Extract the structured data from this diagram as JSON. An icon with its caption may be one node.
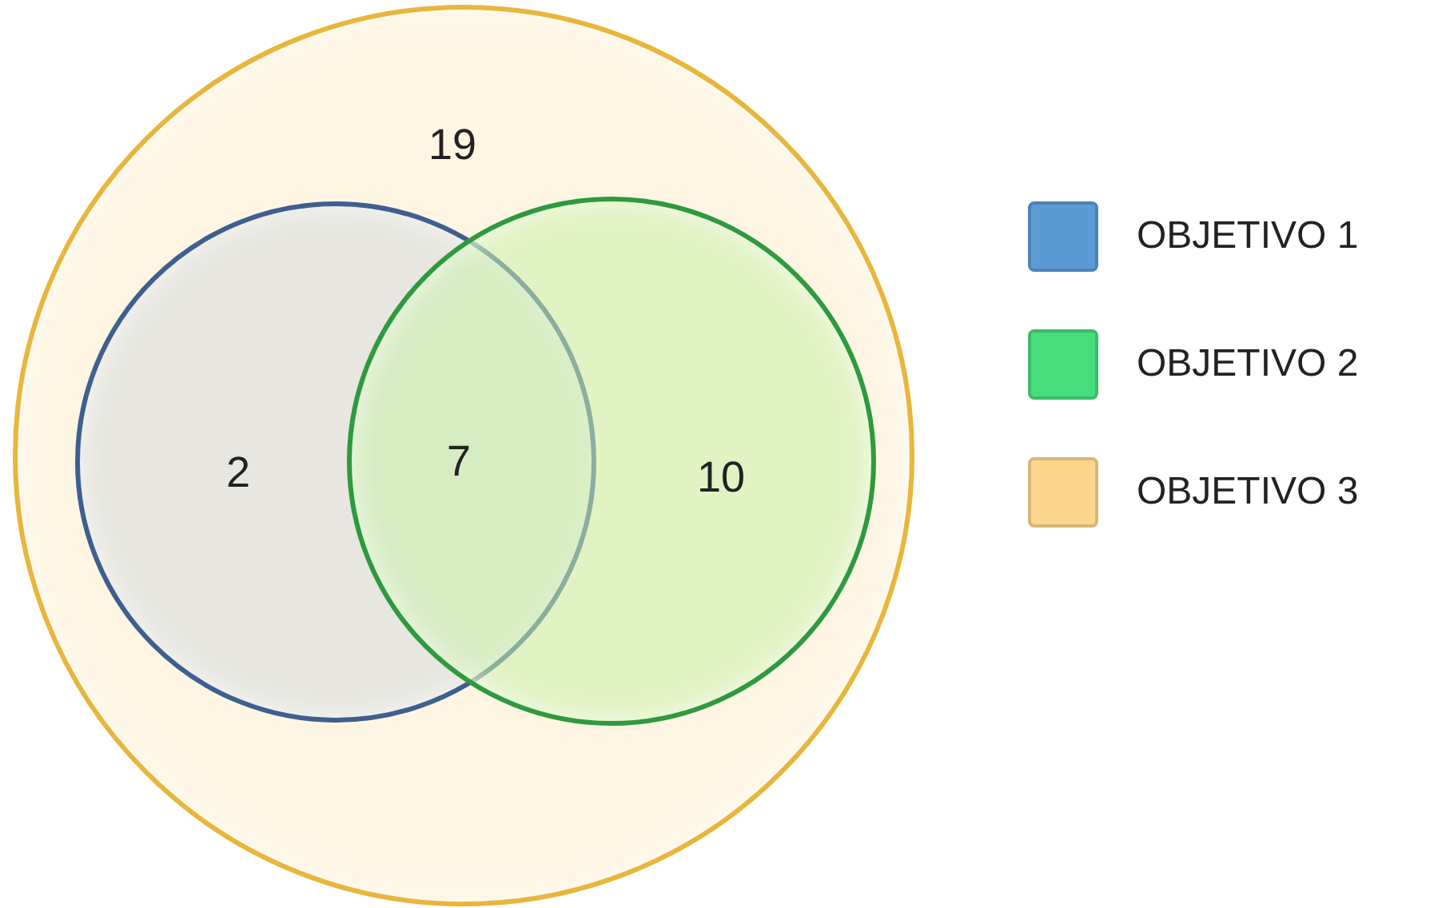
{
  "diagram": {
    "nodes": [
      {
        "text": [
          "19"
        ]
      },
      {
        "text": [
          "2"
        ],
        "in": 0
      },
      {
        "text": [
          "10"
        ],
        "in": 0
      }
    ],
    "labels": [
      "7"
    ],
    "legend": [
      {
        "text": "OBJETIVO 1",
        "color": "#5b9bd5"
      },
      {
        "text": "OBJETIVO 2",
        "color": "#47dc7c"
      },
      {
        "text": "OBJETIVO 3",
        "color": "#fdd68e"
      }
    ]
  }
}
